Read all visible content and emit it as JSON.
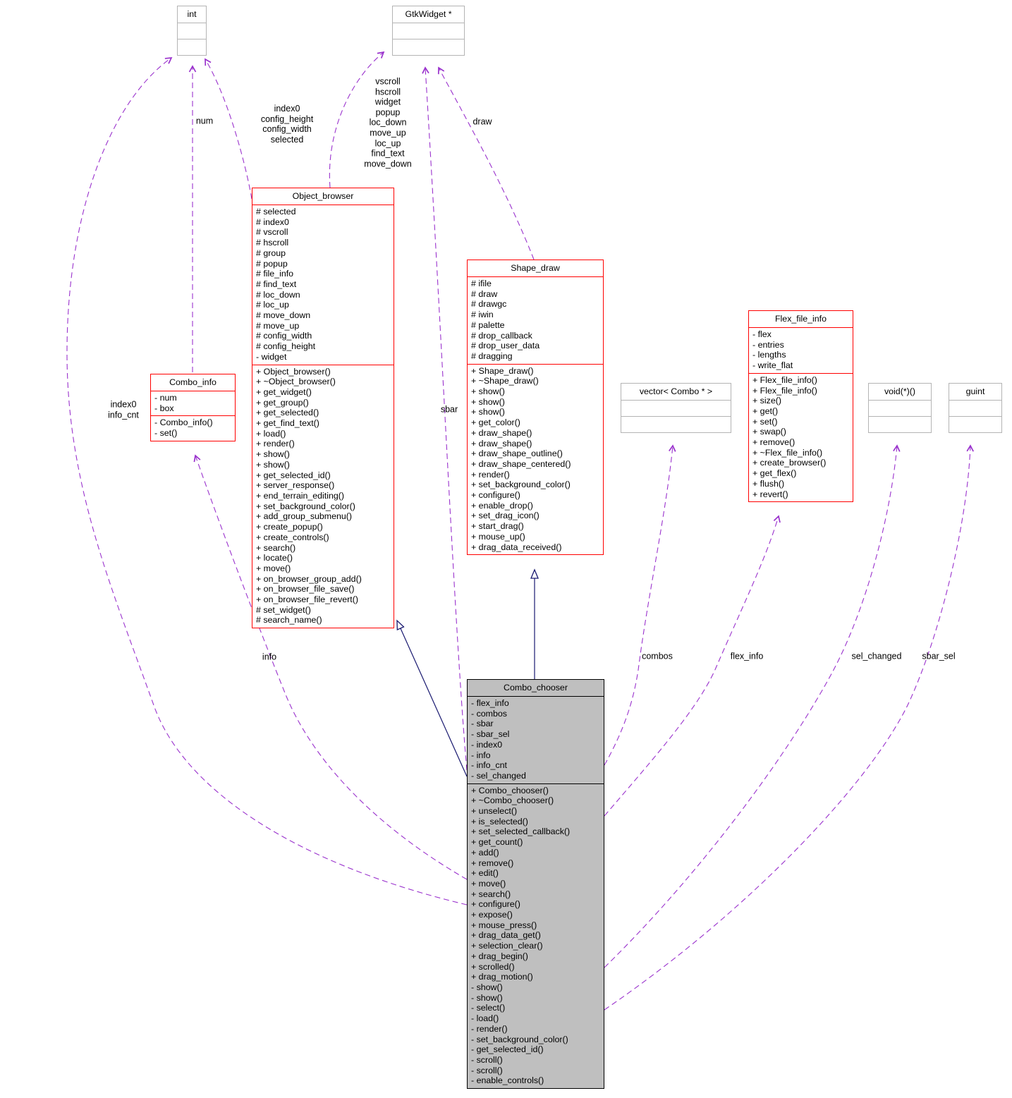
{
  "colors": {
    "class_border_linked": "#ff0000",
    "class_border_plain": "#b4b4b4",
    "current_class_fill": "#bfbfbf",
    "usage_edge": "#9a32cd",
    "inheritance_edge": "#191970",
    "background": "#ffffff"
  },
  "classes": {
    "int": {
      "name": "int",
      "attrs": [],
      "methods": []
    },
    "gtkwidget": {
      "name": "GtkWidget *",
      "attrs": [],
      "methods": []
    },
    "vector_combo": {
      "name": "vector< Combo * >",
      "attrs": [],
      "methods": []
    },
    "void_fn": {
      "name": "void(*)()",
      "attrs": [],
      "methods": []
    },
    "guint": {
      "name": "guint",
      "attrs": [],
      "methods": []
    },
    "combo_info": {
      "name": "Combo_info",
      "attrs": [
        "- num",
        "- box"
      ],
      "methods": [
        "- Combo_info()",
        "- set()"
      ]
    },
    "object_browser": {
      "name": "Object_browser",
      "attrs": [
        "# selected",
        "# index0",
        "# vscroll",
        "# hscroll",
        "# group",
        "# popup",
        "# file_info",
        "# find_text",
        "# loc_down",
        "# loc_up",
        "# move_down",
        "# move_up",
        "# config_width",
        "# config_height",
        "- widget"
      ],
      "methods": [
        "+ Object_browser()",
        "+ ~Object_browser()",
        "+ get_widget()",
        "+ get_group()",
        "+ get_selected()",
        "+ get_find_text()",
        "+ load()",
        "+ render()",
        "+ show()",
        "+ show()",
        "+ get_selected_id()",
        "+ server_response()",
        "+ end_terrain_editing()",
        "+ set_background_color()",
        "+ add_group_submenu()",
        "+ create_popup()",
        "+ create_controls()",
        "+ search()",
        "+ locate()",
        "+ move()",
        "+ on_browser_group_add()",
        "+ on_browser_file_save()",
        "+ on_browser_file_revert()",
        "# set_widget()",
        "# search_name()"
      ]
    },
    "shape_draw": {
      "name": "Shape_draw",
      "attrs": [
        "# ifile",
        "# draw",
        "# drawgc",
        "# iwin",
        "# palette",
        "# drop_callback",
        "# drop_user_data",
        "# dragging"
      ],
      "methods": [
        "+ Shape_draw()",
        "+ ~Shape_draw()",
        "+ show()",
        "+ show()",
        "+ show()",
        "+ get_color()",
        "+ draw_shape()",
        "+ draw_shape()",
        "+ draw_shape_outline()",
        "+ draw_shape_centered()",
        "+ render()",
        "+ set_background_color()",
        "+ configure()",
        "+ enable_drop()",
        "+ set_drag_icon()",
        "+ start_drag()",
        "+ mouse_up()",
        "+ drag_data_received()"
      ]
    },
    "flex_file_info": {
      "name": "Flex_file_info",
      "attrs": [
        "- flex",
        "- entries",
        "- lengths",
        "- write_flat"
      ],
      "methods": [
        "+ Flex_file_info()",
        "+ Flex_file_info()",
        "+ size()",
        "+ get()",
        "+ set()",
        "+ swap()",
        "+ remove()",
        "+ ~Flex_file_info()",
        "+ create_browser()",
        "+ get_flex()",
        "+ flush()",
        "+ revert()"
      ]
    },
    "combo_chooser": {
      "name": "Combo_chooser",
      "attrs": [
        "- flex_info",
        "- combos",
        "- sbar",
        "- sbar_sel",
        "- index0",
        "- info",
        "- info_cnt",
        "- sel_changed"
      ],
      "methods": [
        "+ Combo_chooser()",
        "+ ~Combo_chooser()",
        "+ unselect()",
        "+ is_selected()",
        "+ set_selected_callback()",
        "+ get_count()",
        "+ add()",
        "+ remove()",
        "+ edit()",
        "+ move()",
        "+ search()",
        "+ configure()",
        "+ expose()",
        "+ mouse_press()",
        "+ drag_data_get()",
        "+ selection_clear()",
        "+ drag_begin()",
        "+ scrolled()",
        "+ drag_motion()",
        "- show()",
        "- show()",
        "- select()",
        "- load()",
        "- render()",
        "- set_background_color()",
        "- get_selected_id()",
        "- scroll()",
        "- scroll()",
        "- enable_controls()"
      ]
    }
  },
  "edge_labels": {
    "num": {
      "lines": [
        "num"
      ]
    },
    "ob_to_int": {
      "lines": [
        "index0",
        "config_height",
        "config_width",
        "selected"
      ]
    },
    "ob_to_gtkwidget": {
      "lines": [
        "vscroll",
        "hscroll",
        "widget",
        "popup",
        "loc_down",
        "move_up",
        "loc_up",
        "find_text",
        "move_down"
      ]
    },
    "draw": {
      "lines": [
        "draw"
      ]
    },
    "sbar": {
      "lines": [
        "sbar"
      ]
    },
    "cc_to_int": {
      "lines": [
        "index0",
        "info_cnt"
      ]
    },
    "info": {
      "lines": [
        "info"
      ]
    },
    "combos": {
      "lines": [
        "combos"
      ]
    },
    "flex_info": {
      "lines": [
        "flex_info"
      ]
    },
    "sel_changed": {
      "lines": [
        "sel_changed"
      ]
    },
    "sbar_sel": {
      "lines": [
        "sbar_sel"
      ]
    }
  }
}
